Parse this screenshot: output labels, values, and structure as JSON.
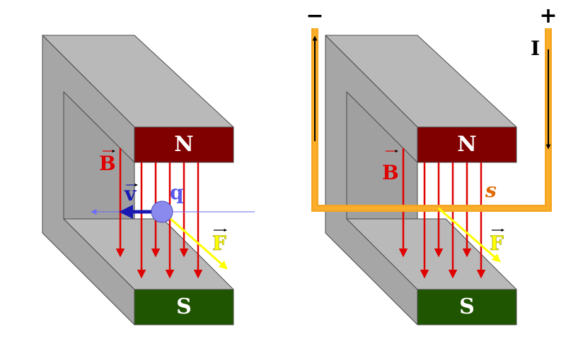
{
  "left_panel": {
    "north_label": "N",
    "south_label": "S",
    "field_label": "B",
    "velocity_label": "v",
    "charge_label": "q",
    "force_label": "F"
  },
  "right_panel": {
    "north_label": "N",
    "south_label": "S",
    "field_label": "B",
    "wire_label": "s",
    "force_label": "F",
    "current_label": "I",
    "negative_terminal": "−",
    "positive_terminal": "+"
  },
  "colors": {
    "magnet_body": "#b3b3b3",
    "north_pole": "#800000",
    "south_pole": "#1f5500",
    "field_lines": "#e00000",
    "force": "#ffff00",
    "velocity": "#1a1ab3",
    "charge": "#8a8aee",
    "wire": "#f5a623",
    "current": "#000000"
  }
}
